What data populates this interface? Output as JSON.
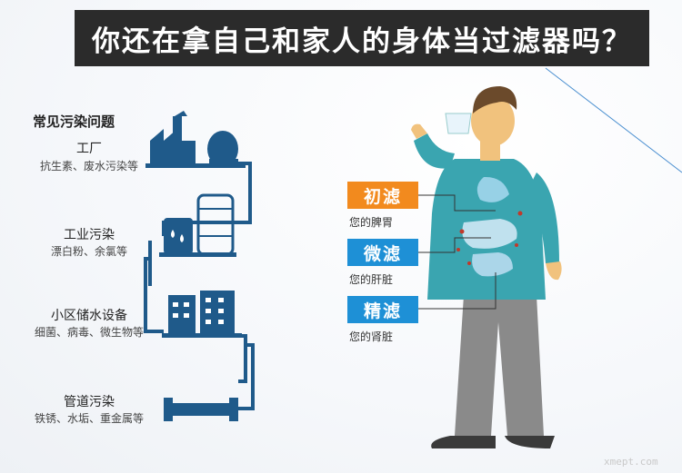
{
  "title": "你还在拿自己和家人的身体当过滤器吗？",
  "sources": {
    "heading": "常见污染问题",
    "stages": [
      {
        "name": "工厂",
        "desc": "抗生素、废水污染等"
      },
      {
        "name": "工业污染",
        "desc": "漂白粉、余氯等"
      },
      {
        "name": "小区储水设备",
        "desc": "细菌、病毒、微生物等"
      },
      {
        "name": "管道污染",
        "desc": "铁锈、水垢、重金属等"
      }
    ]
  },
  "filters": [
    {
      "tag": "初滤",
      "organ": "您的脾胃",
      "color": "#f28a1e"
    },
    {
      "tag": "微滤",
      "organ": "您的肝脏",
      "color": "#1e90d6"
    },
    {
      "tag": "精滤",
      "organ": "您的肾脏",
      "color": "#1e90d6"
    }
  ],
  "watermark": "xmept.com",
  "colors": {
    "pipe": "#1f5a8a",
    "icon": "#1f5a8a",
    "arrow": "#1a6fb4",
    "title_bg": "#2b2b2b"
  },
  "icons": [
    "factory-icon",
    "tanks-icon",
    "building-icon",
    "pipe-icon",
    "arrow-down-icon"
  ]
}
